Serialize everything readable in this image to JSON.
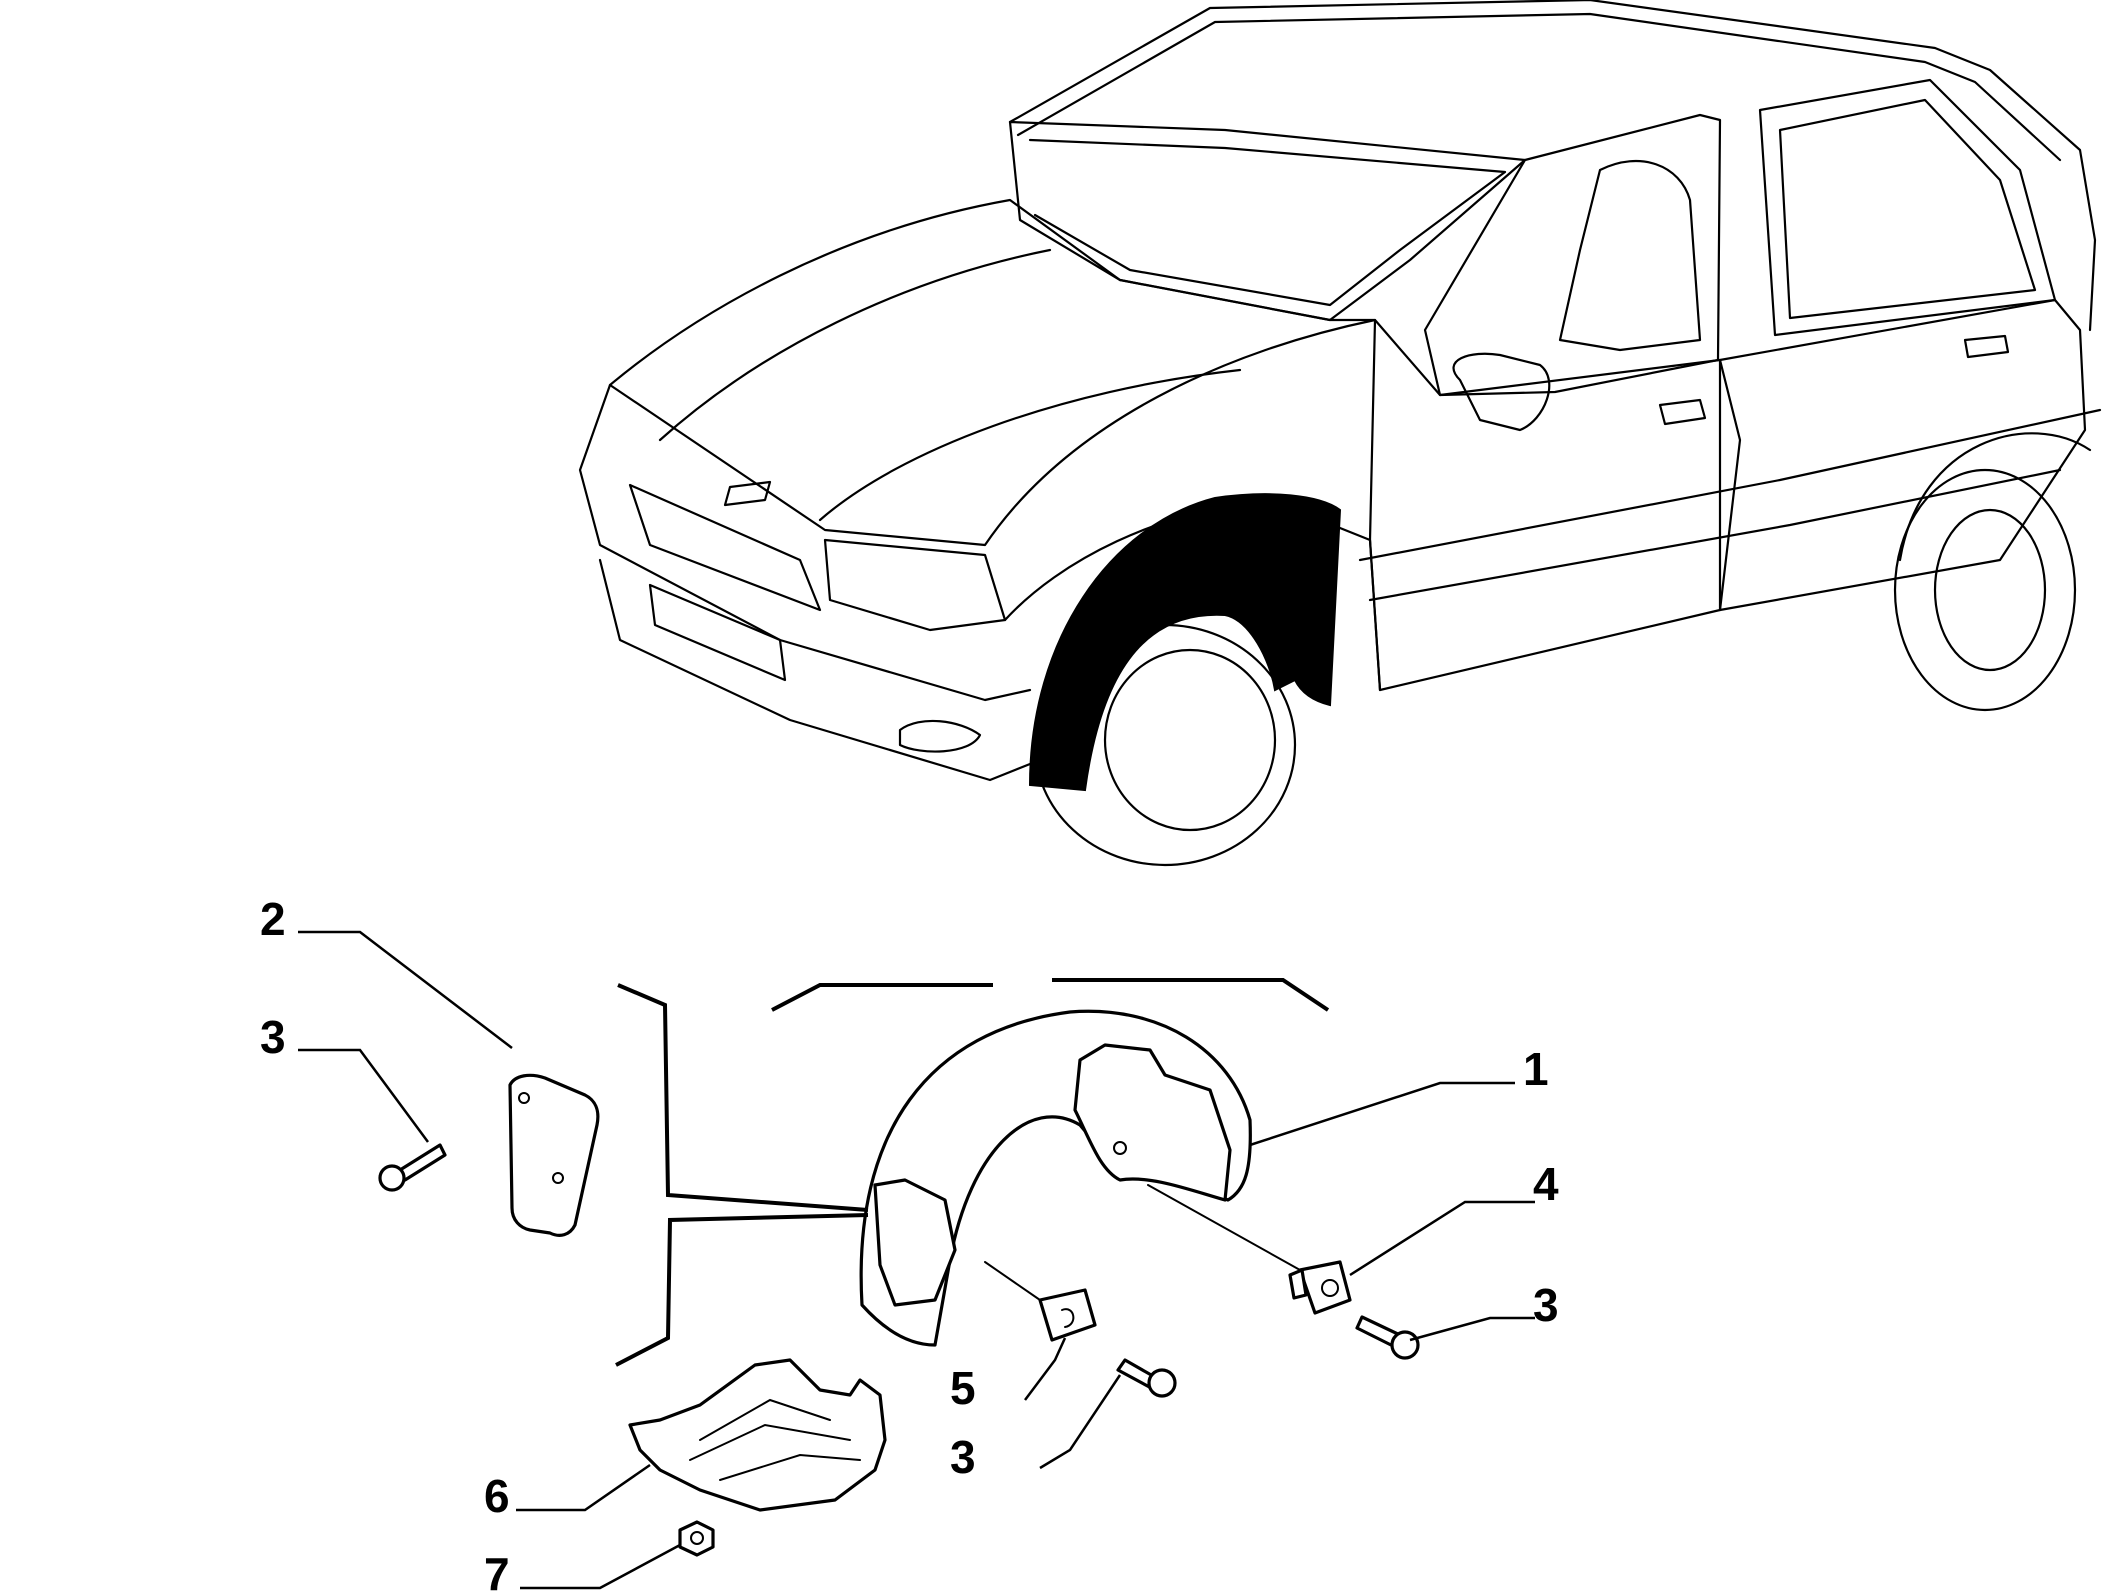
{
  "diagram": {
    "callouts": [
      {
        "id": "c1",
        "label": "1"
      },
      {
        "id": "c2",
        "label": "2"
      },
      {
        "id": "c3a",
        "label": "3"
      },
      {
        "id": "c4",
        "label": "4"
      },
      {
        "id": "c3b",
        "label": "3"
      },
      {
        "id": "c5",
        "label": "5"
      },
      {
        "id": "c3c",
        "label": "3"
      },
      {
        "id": "c6",
        "label": "6"
      },
      {
        "id": "c7",
        "label": "7"
      }
    ],
    "colors": {
      "ink": "#000000",
      "paper": "#ffffff",
      "highlight": "#000000"
    }
  }
}
